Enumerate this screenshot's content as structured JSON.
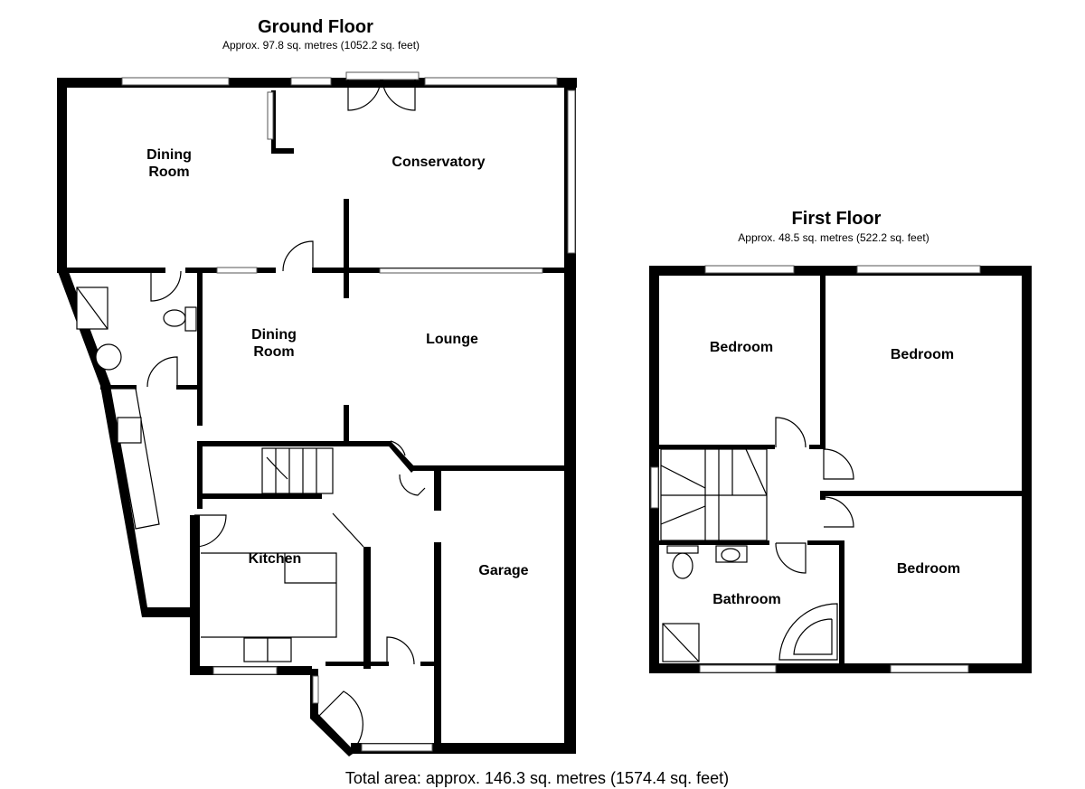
{
  "ground_floor": {
    "title": "Ground Floor",
    "area": "Approx.  97.8 sq. metres (1052.2 sq. feet)",
    "rooms": {
      "dining_room_upper_l1": "Dining",
      "dining_room_upper_l2": "Room",
      "conservatory": "Conservatory",
      "dining_room_lower_l1": "Dining",
      "dining_room_lower_l2": "Room",
      "lounge": "Lounge",
      "kitchen": "Kitchen",
      "garage": "Garage"
    }
  },
  "first_floor": {
    "title": "First Floor",
    "area": "Approx.  48.5 sq. metres (522.2 sq. feet)",
    "rooms": {
      "bedroom_1": "Bedroom",
      "bedroom_2": "Bedroom",
      "bedroom_3": "Bedroom",
      "bathroom": "Bathroom"
    }
  },
  "total_area": "Total area: approx. 146.3 sq. metres (1574.4 sq. feet)"
}
